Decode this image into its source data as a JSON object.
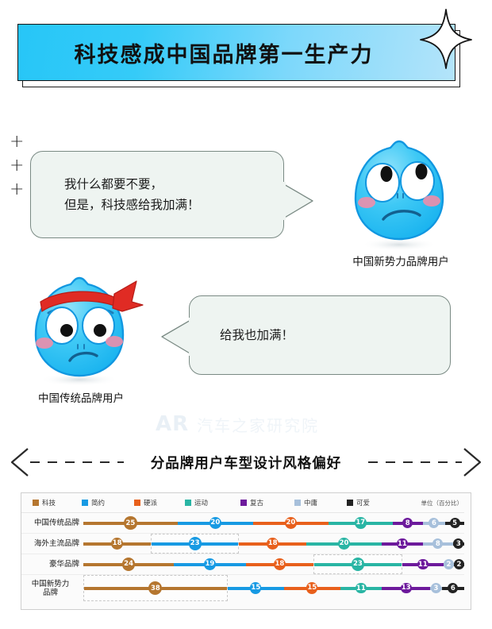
{
  "banner": {
    "title": "科技感成中国品牌第一生产力"
  },
  "decor": {
    "plus_marks": [
      "+",
      "+",
      "+"
    ]
  },
  "bubbles": [
    {
      "id": "bubble-new-forces",
      "text": "我什么都要不要，\n但是，科技感给我加满！"
    },
    {
      "id": "bubble-traditional",
      "text": "给我也加满！"
    }
  ],
  "mascots": [
    {
      "id": "mascot-new-forces",
      "label": "中国新势力品牌用户",
      "headband": false
    },
    {
      "id": "mascot-traditional",
      "label": "中国传统品牌用户",
      "headband": true
    }
  ],
  "watermark": {
    "mark": "AR",
    "text": "汽车之家研究院"
  },
  "divider": {
    "title": "分品牌用户车型设计风格偏好"
  },
  "chart_data": {
    "type": "bar",
    "title": "分品牌用户车型设计风格偏好",
    "unit_label": "单位（百分比）",
    "xlabel": "",
    "ylabel": "",
    "stacked": true,
    "orientation": "horizontal",
    "legend_position": "top",
    "grid": false,
    "xlim": [
      0,
      100
    ],
    "categories": [
      "中国传统品牌",
      "海外主流品牌",
      "豪华品牌",
      "中国新势力品牌"
    ],
    "series": [
      {
        "name": "科技",
        "color": "#b5762f",
        "values": [
          25,
          18,
          24,
          38
        ]
      },
      {
        "name": "简约",
        "color": "#179ae3",
        "values": [
          20,
          23,
          19,
          15
        ]
      },
      {
        "name": "硬派",
        "color": "#e8601c",
        "values": [
          20,
          18,
          18,
          15
        ]
      },
      {
        "name": "运动",
        "color": "#29b5a4",
        "values": [
          17,
          20,
          23,
          11
        ]
      },
      {
        "name": "复古",
        "color": "#6d1a9c",
        "values": [
          8,
          11,
          11,
          13
        ]
      },
      {
        "name": "中庸",
        "color": "#a7c0db",
        "values": [
          6,
          8,
          2,
          3
        ]
      },
      {
        "name": "可爱",
        "color": "#232323",
        "values": [
          5,
          3,
          2,
          6
        ]
      }
    ],
    "highlights": [
      {
        "row": "海外主流品牌",
        "series": "简约"
      },
      {
        "row": "豪华品牌",
        "series": "运动"
      },
      {
        "row": "中国新势力品牌",
        "series": "科技"
      }
    ]
  },
  "colors": {
    "banner_start": "#27c6f7",
    "banner_end": "#b4e4fa",
    "bubble_bg": "#eef4f1",
    "mascot_body": "#2ec4f3",
    "headband": "#e02b24"
  }
}
